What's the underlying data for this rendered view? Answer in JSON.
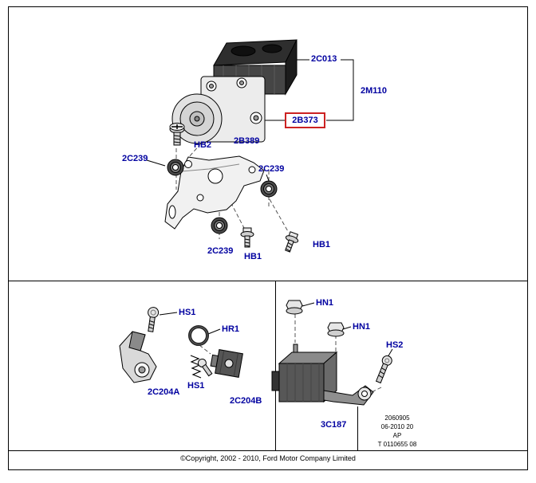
{
  "diagram": {
    "copyright": "©Copyright, 2002 - 2010, Ford Motor Company Limited",
    "stamp": [
      "2060905",
      "06-2010 20",
      "AP",
      "T 0110655 08"
    ],
    "labels": {
      "c2013": "2C013",
      "m2110": "2M110",
      "b2373": "2B373",
      "hb2": "HB2",
      "b2389": "2B389",
      "c2239_left": "2C239",
      "c2239_right": "2C239",
      "c2239_bottom": "2C239",
      "hb1_left": "HB1",
      "hb1_right": "HB1",
      "hs1_top": "HS1",
      "hr1": "HR1",
      "hs1_bottom": "HS1",
      "c204a": "2C204A",
      "c204b": "2C204B",
      "hn1_top": "HN1",
      "hn1_mid": "HN1",
      "hs2": "HS2",
      "c3187": "3C187"
    },
    "colors": {
      "label": "#0000a0",
      "highlight": "#cc2222",
      "line": "#000000",
      "background": "#ffffff"
    }
  }
}
